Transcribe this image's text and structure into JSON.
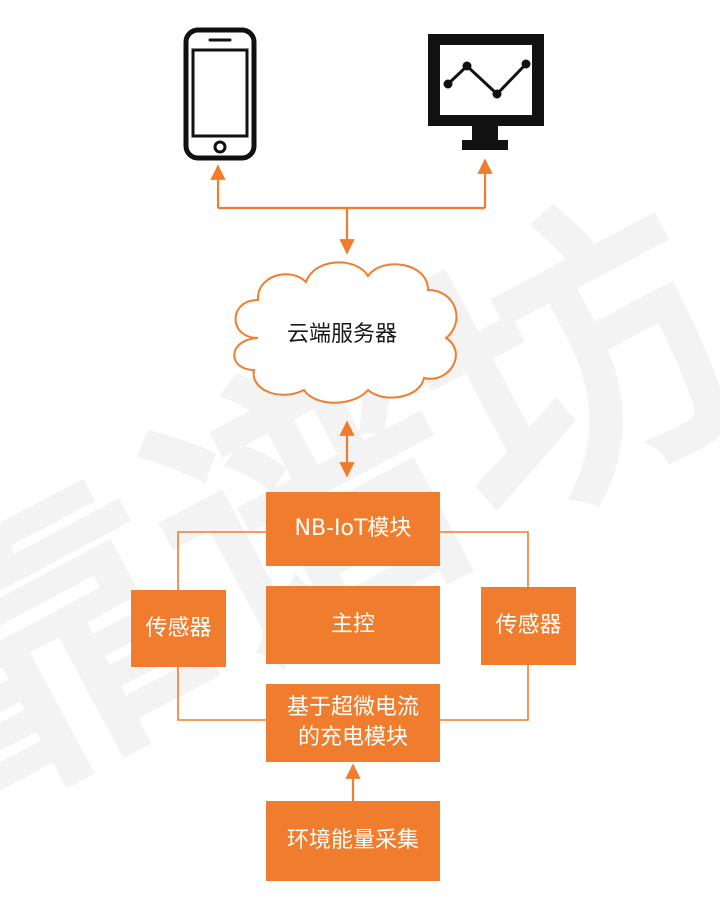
{
  "diagram": {
    "cloud": {
      "label": "云端服务器"
    },
    "nb_iot": {
      "label": "NB-IoT模块"
    },
    "sensor_left": {
      "label": "传感器"
    },
    "main_control": {
      "label": "主控"
    },
    "sensor_right": {
      "label": "传感器"
    },
    "charging": {
      "label_line1": "基于超微电流",
      "label_line2": "的充电模块"
    },
    "energy": {
      "label": "环境能量采集"
    }
  },
  "watermark": {
    "text": "靠谱坊"
  },
  "colors": {
    "accent": "#ef7d2d",
    "device_outline": "#111111",
    "watermark": "#f0f0f0",
    "cloud_stroke": "#ef7d2d"
  },
  "icons": {
    "phone": "smartphone-icon",
    "monitor": "monitor-chart-icon",
    "cloud": "cloud-icon"
  }
}
